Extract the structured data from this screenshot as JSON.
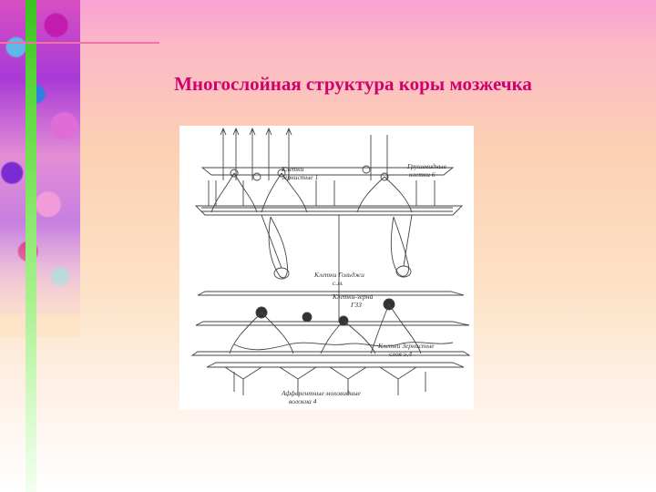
{
  "slide": {
    "title": "Многослойная структура  коры мозжечка"
  },
  "figure": {
    "labels": {
      "granule_cells": [
        "Клетки",
        "зернистые 1"
      ],
      "purkinje_cells": [
        "Грушевидные",
        "клетки 6"
      ],
      "basket_cells": [
        "Клетки Гольджи",
        "с.м."
      ],
      "golgi_cells": [
        "Клетки-зерна",
        "ГЗЗ"
      ],
      "stellate_cells": [
        "Клетки Зернистые",
        "слоя 5,4"
      ],
      "afferent_fibers": [
        "Афферентные моховидные",
        "волокна 4"
      ]
    }
  }
}
